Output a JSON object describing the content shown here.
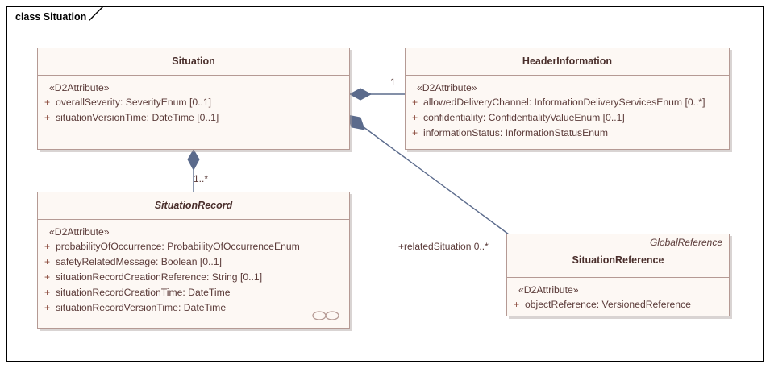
{
  "frame": {
    "label": "class Situation"
  },
  "classes": [
    {
      "id": "situation",
      "name": "Situation",
      "abstract": false,
      "stereotype": "«D2Attribute»",
      "attributes": [
        {
          "visibility": "+",
          "text": "overallSeverity: SeverityEnum [0..1]"
        },
        {
          "visibility": "+",
          "text": "situationVersionTime: DateTime [0..1]"
        }
      ]
    },
    {
      "id": "header-information",
      "name": "HeaderInformation",
      "abstract": false,
      "stereotype": "«D2Attribute»",
      "attributes": [
        {
          "visibility": "+",
          "text": "allowedDeliveryChannel: InformationDeliveryServicesEnum [0..*]"
        },
        {
          "visibility": "+",
          "text": "confidentiality: ConfidentialityValueEnum [0..1]"
        },
        {
          "visibility": "+",
          "text": "informationStatus: InformationStatusEnum"
        }
      ]
    },
    {
      "id": "situation-record",
      "name": "SituationRecord",
      "abstract": true,
      "stereotype": "«D2Attribute»",
      "attributes": [
        {
          "visibility": "+",
          "text": "probabilityOfOccurrence: ProbabilityOfOccurrenceEnum"
        },
        {
          "visibility": "+",
          "text": "safetyRelatedMessage: Boolean [0..1]"
        },
        {
          "visibility": "+",
          "text": "situationRecordCreationReference: String [0..1]"
        },
        {
          "visibility": "+",
          "text": "situationRecordCreationTime: DateTime"
        },
        {
          "visibility": "+",
          "text": "situationRecordVersionTime: DateTime"
        }
      ],
      "marker_icon": "connector-link-icon"
    },
    {
      "id": "situation-reference",
      "name": "SituationReference",
      "abstract": false,
      "parent_ref": "GlobalReference",
      "stereotype": "«D2Attribute»",
      "attributes": [
        {
          "visibility": "+",
          "text": "objectReference: VersionedReference"
        }
      ]
    }
  ],
  "connectors": [
    {
      "id": "situation-to-header",
      "from": "situation",
      "to": "header-information",
      "kind": "composition",
      "target_multiplicity": "1"
    },
    {
      "id": "situation-to-situation-record",
      "from": "situation",
      "to": "situation-record",
      "kind": "composition",
      "target_multiplicity": "1..*"
    },
    {
      "id": "situation-to-situation-reference",
      "from": "situation",
      "to": "situation-reference",
      "kind": "aggregation",
      "role_label": "+relatedSituation 0..*"
    }
  ],
  "colors": {
    "class_fill": "#fdf8f4",
    "class_border": "#b59a94",
    "text": "#5a3a38",
    "title": "#4a2f2c",
    "visibility": "#8a4a3c",
    "connector": "#5b6b8c",
    "frame_border": "#000000"
  }
}
